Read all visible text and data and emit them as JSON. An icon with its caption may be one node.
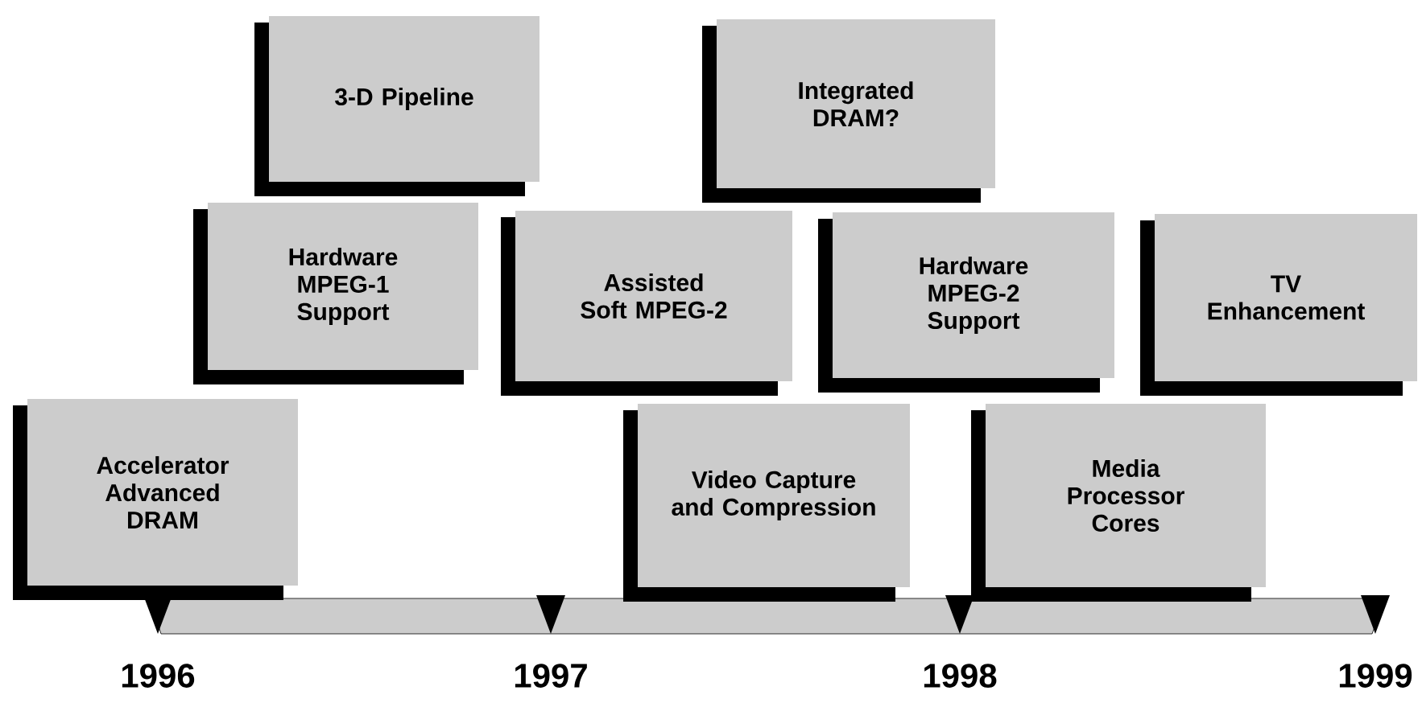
{
  "diagram": {
    "nodes": [
      {
        "text": [
          "3-D Pipeline"
        ]
      },
      {
        "text": [
          "Integrated DRAM?"
        ]
      },
      {
        "text": [
          "Hardware MPEG-1 Support"
        ]
      },
      {
        "text": [
          "Assisted Soft MPEG-2"
        ]
      },
      {
        "text": [
          "Hardware MPEG-2 Support"
        ]
      },
      {
        "text": [
          "TV Enhancement"
        ]
      },
      {
        "text": [
          "Accelerator Advanced DRAM"
        ]
      },
      {
        "text": [
          "Video Capture and Compression"
        ]
      },
      {
        "text": [
          "Media Processor Cores"
        ]
      }
    ],
    "labels": [
      "1996",
      "1997",
      "1998",
      "1999"
    ]
  }
}
